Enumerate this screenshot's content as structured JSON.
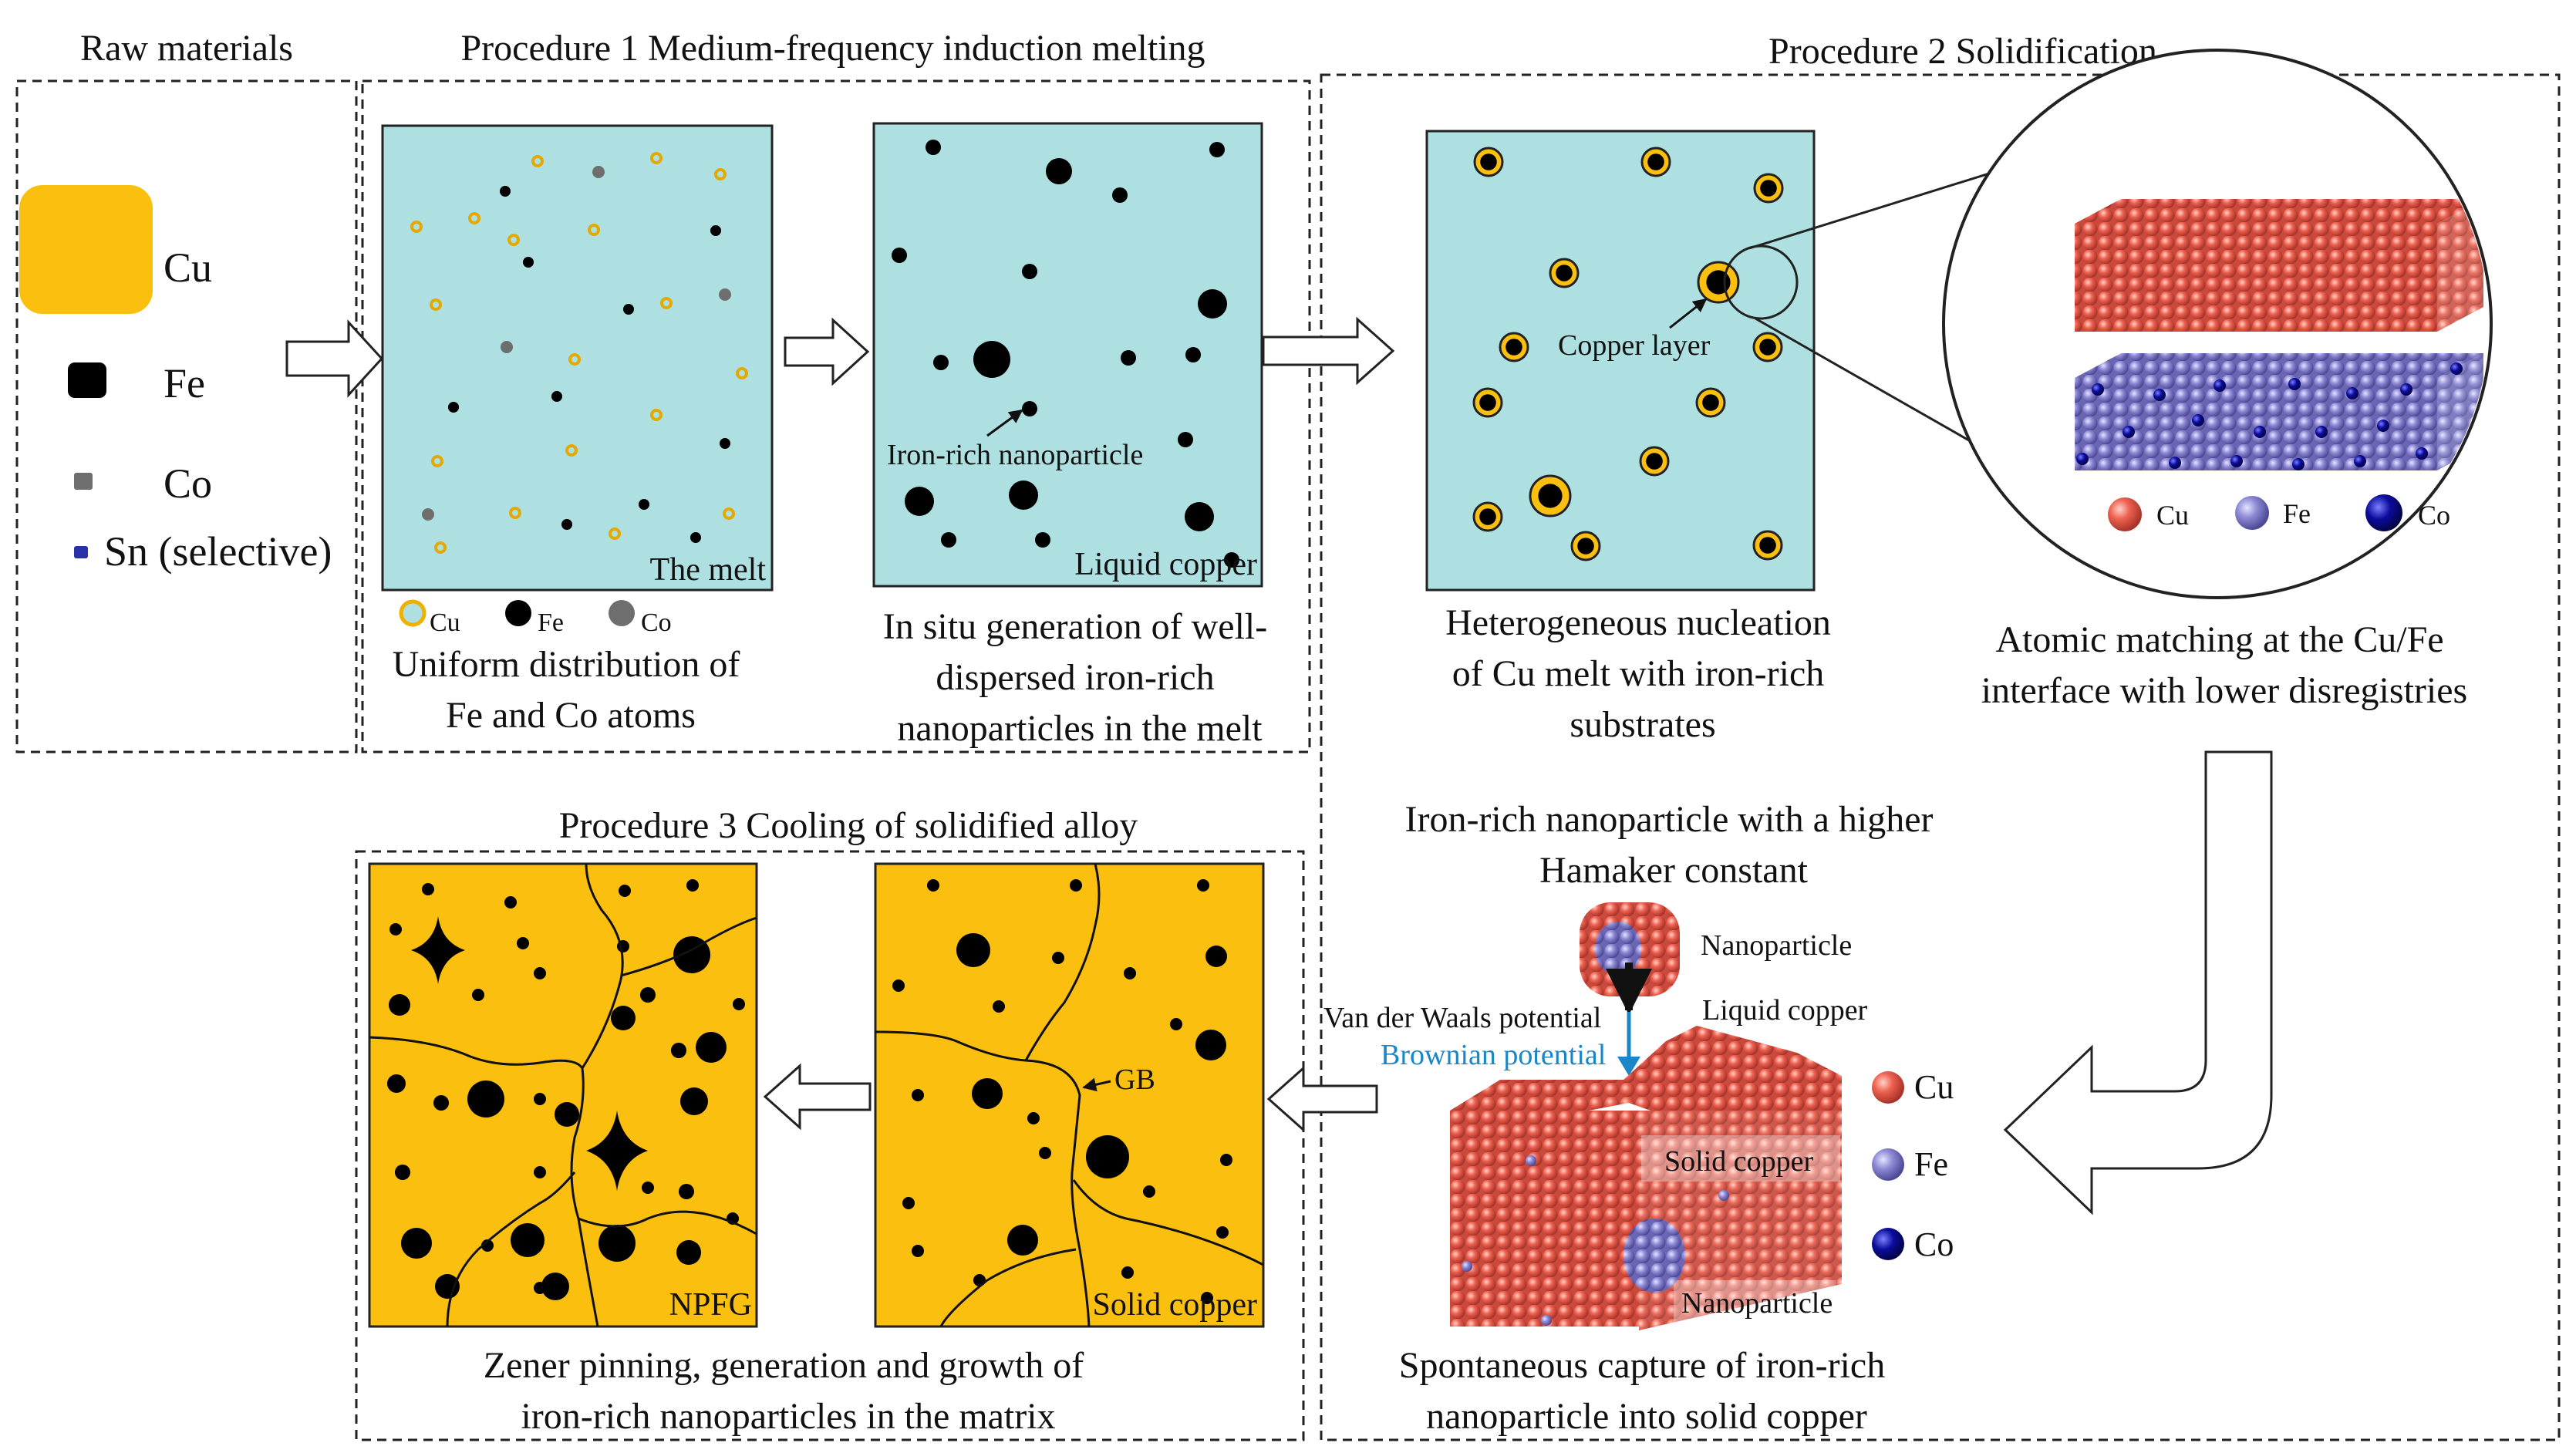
{
  "colors": {
    "melt": "#aee0e1",
    "copper_solid": "#fbbf10",
    "cu_atom": "#ee6150",
    "fe_atom": "#8e8ad6",
    "co_atom": "#0b0c9c",
    "brownian": "#1a86c8",
    "fe_dot": "#000000",
    "co_dot": "#6e6e6e",
    "sn_dot": "#2831a8"
  },
  "raw": {
    "title": "Raw materials",
    "items": [
      "Cu",
      "Fe",
      "Co",
      "Sn (selective)"
    ]
  },
  "p1": {
    "title": "Procedure 1 Medium-frequency induction melting",
    "box1_label": "The melt",
    "legend": [
      "Cu",
      "Fe",
      "Co"
    ],
    "caption1": [
      "Uniform distribution of",
      "Fe and Co atoms"
    ],
    "box2_label": "Liquid copper",
    "box2_annot": "Iron-rich nanoparticle",
    "caption2": [
      "In situ generation of well-",
      "dispersed iron-rich",
      "nanoparticles in the melt"
    ]
  },
  "p2": {
    "title": "Procedure 2  Solidification",
    "box_annot": "Copper layer",
    "caption": [
      "Heterogeneous nucleation",
      "of Cu melt with iron-rich",
      "substrates"
    ],
    "atom_legend": [
      "Cu",
      "Fe",
      "Co"
    ],
    "atom_caption": [
      "Atomic matching at the Cu/Fe",
      "interface with lower disregistries"
    ],
    "hamaker": [
      "Iron-rich nanoparticle with a higher",
      "Hamaker constant"
    ],
    "nanoparticle": "Nanoparticle",
    "vdw": "Van der Waals potential",
    "brownian": "Brownian potential",
    "liquid_copper": "Liquid copper",
    "solid_copper": "Solid copper",
    "nanoparticle2": "Nanoparticle",
    "legend2": [
      "Cu",
      "Fe",
      "Co"
    ],
    "capture_caption": [
      "Spontaneous capture of iron-rich",
      "nanoparticle into solid copper"
    ]
  },
  "p3": {
    "title": "Procedure 3 Cooling of solidified alloy",
    "box1_label": "NPFG",
    "box2_label": "Solid copper",
    "gb": "GB",
    "caption": [
      "Zener pinning, generation and growth of",
      "iron-rich nanoparticles in the matrix"
    ]
  }
}
